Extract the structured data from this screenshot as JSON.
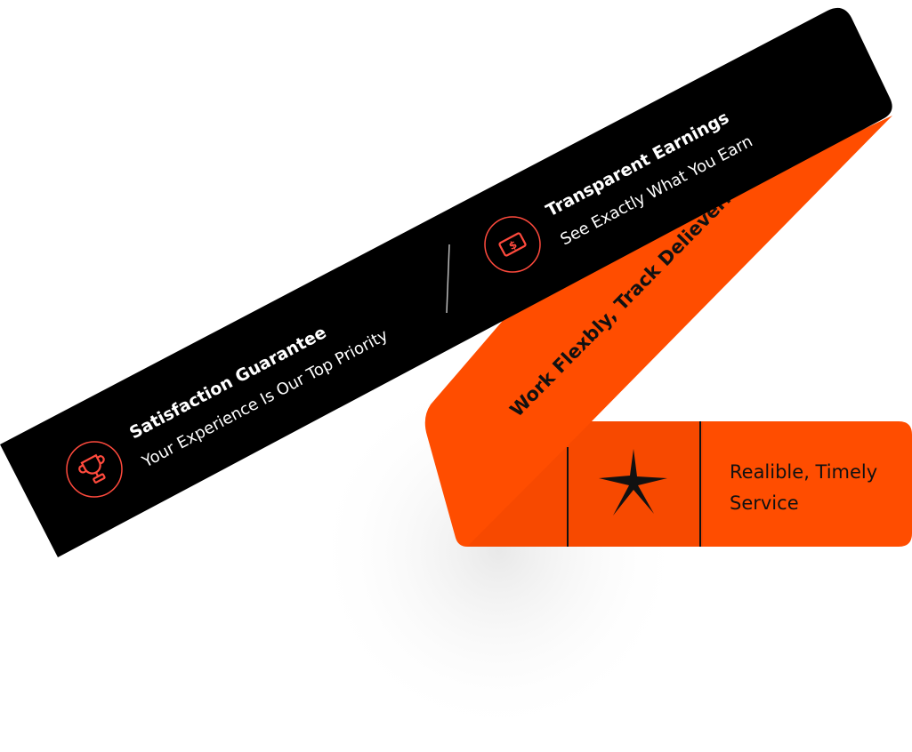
{
  "colors": {
    "accent": "#ff4d00",
    "band": "#000000",
    "icon": "#ff4a3d"
  },
  "orange_ribbon": {
    "text": "Work Flexbly, Track Delieveries"
  },
  "box": {
    "line1": "Realible, Timely",
    "line2": "Service",
    "icon": "star-icon"
  },
  "band": {
    "items": [
      {
        "title": "Satisfaction Guarantee",
        "subtitle": "Your Experience Is Our Top Priority",
        "icon": "trophy-icon"
      },
      {
        "title": "Transparent Earnings",
        "subtitle": "See Exactly What You Earn",
        "icon": "money-icon"
      }
    ]
  }
}
